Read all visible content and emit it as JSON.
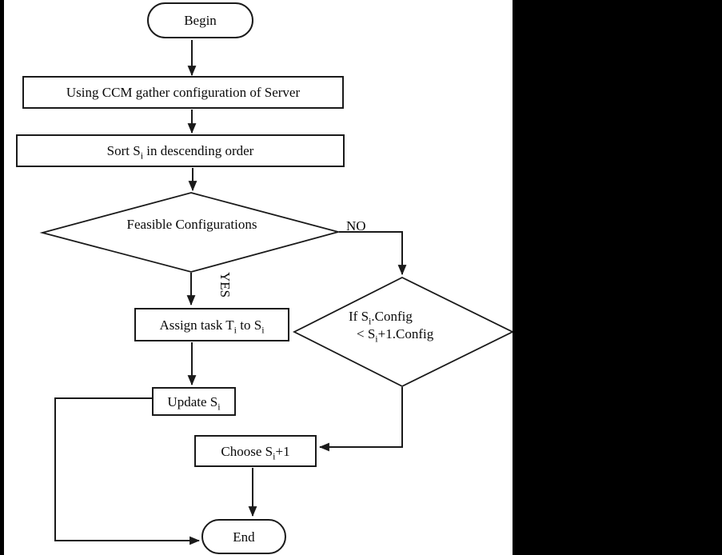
{
  "figure": {
    "kind": "flowchart",
    "background": "#ffffff",
    "ink_color": "#1a1a1a",
    "side_bar_color": "#000000"
  },
  "nodes": {
    "begin": {
      "shape": "terminator",
      "label": "Begin"
    },
    "gather": {
      "shape": "process",
      "rich": [
        {
          "t": "Using CCM gather configuration of Server"
        }
      ]
    },
    "sort": {
      "shape": "process",
      "rich": [
        {
          "t": "Sort S"
        },
        {
          "t": "i",
          "sub": true
        },
        {
          "t": " in descending order"
        }
      ]
    },
    "feasible": {
      "shape": "decision",
      "rich": [
        {
          "t": "Feasible Configurations"
        }
      ]
    },
    "assign": {
      "shape": "process",
      "rich": [
        {
          "t": "Assign task T"
        },
        {
          "t": "i",
          "sub": true
        },
        {
          "t": " to S"
        },
        {
          "t": "i",
          "sub": true
        }
      ]
    },
    "update": {
      "shape": "process",
      "rich": [
        {
          "t": "Update S"
        },
        {
          "t": "i",
          "sub": true
        }
      ]
    },
    "compare": {
      "shape": "decision",
      "line1": [
        {
          "t": "If S"
        },
        {
          "t": "i",
          "sub": true
        },
        {
          "t": ".Config"
        }
      ],
      "line2": [
        {
          "t": "< S"
        },
        {
          "t": "i",
          "sub": true
        },
        {
          "t": "+1.Config"
        }
      ]
    },
    "choose": {
      "shape": "process",
      "rich": [
        {
          "t": "Choose S"
        },
        {
          "t": "i",
          "sub": true
        },
        {
          "t": "+1"
        }
      ]
    },
    "end": {
      "shape": "terminator",
      "label": "End"
    }
  },
  "edge_labels": {
    "yes": "YES",
    "no": "NO"
  }
}
